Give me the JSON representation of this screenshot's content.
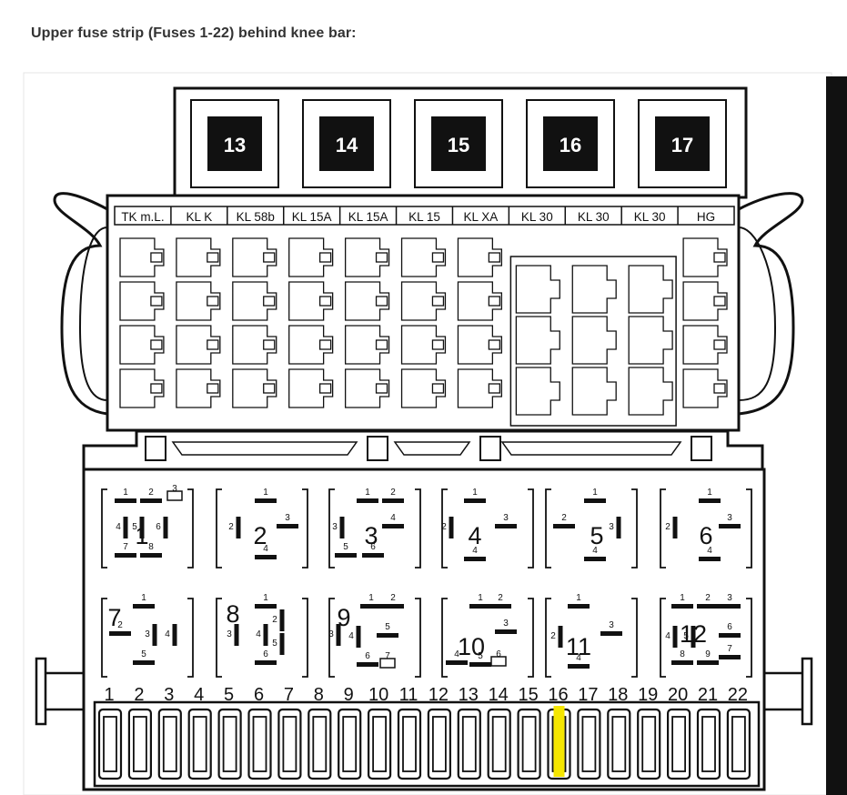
{
  "heading": "Upper fuse strip (Fuses 1-22) behind knee bar:",
  "relay_sockets_top": [
    "13",
    "14",
    "15",
    "16",
    "17"
  ],
  "terminal_labels": [
    "TK m.L.",
    "KL K",
    "KL 58b",
    "KL 15A",
    "KL 15A",
    "KL 15",
    "KL XA",
    "KL 30",
    "KL 30",
    "KL 30",
    "HG"
  ],
  "relay_positions": [
    {
      "id": "1",
      "pins": [
        "1",
        "2",
        "3",
        "4",
        "5",
        "6",
        "7",
        "8"
      ]
    },
    {
      "id": "2",
      "pins": [
        "1",
        "2",
        "3",
        "4"
      ]
    },
    {
      "id": "3",
      "pins": [
        "1",
        "2",
        "3",
        "4",
        "5",
        "6"
      ]
    },
    {
      "id": "4",
      "pins": [
        "1",
        "2",
        "3",
        "4"
      ]
    },
    {
      "id": "5",
      "pins": [
        "1",
        "2",
        "3",
        "4"
      ]
    },
    {
      "id": "6",
      "pins": [
        "1",
        "2",
        "3",
        "4"
      ]
    },
    {
      "id": "7",
      "pins": [
        "1",
        "2",
        "3",
        "4",
        "5"
      ]
    },
    {
      "id": "8",
      "pins": [
        "1",
        "2",
        "3",
        "4",
        "5",
        "6"
      ]
    },
    {
      "id": "9",
      "pins": [
        "1",
        "2",
        "3",
        "4",
        "5",
        "6",
        "7"
      ]
    },
    {
      "id": "10",
      "pins": [
        "1",
        "2",
        "3",
        "4",
        "5",
        "6"
      ]
    },
    {
      "id": "11",
      "pins": [
        "1",
        "2",
        "3",
        "4"
      ]
    },
    {
      "id": "12",
      "pins": [
        "1",
        "2",
        "3",
        "4",
        "5",
        "6",
        "7",
        "8",
        "9"
      ]
    }
  ],
  "fuse_numbers": [
    "1",
    "2",
    "3",
    "4",
    "5",
    "6",
    "7",
    "8",
    "9",
    "10",
    "11",
    "12",
    "13",
    "14",
    "15",
    "16",
    "17",
    "18",
    "19",
    "20",
    "21",
    "22"
  ],
  "highlighted_fuse": 16,
  "colors": {
    "highlight": "#f5e600",
    "line": "#111111",
    "fill": "#111111",
    "heading": "#333333"
  }
}
